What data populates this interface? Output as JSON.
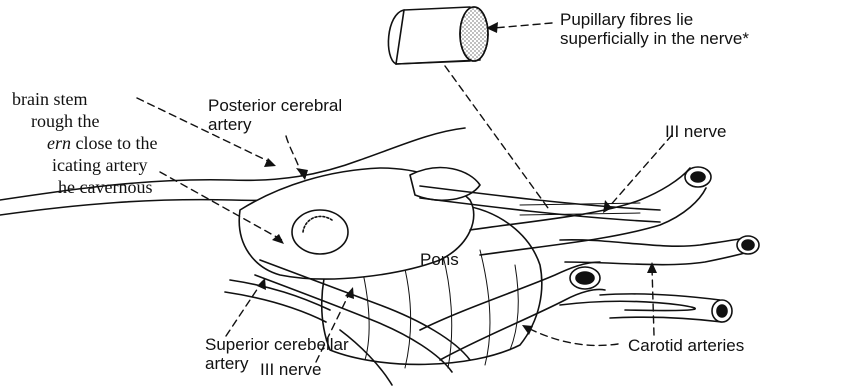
{
  "labels": {
    "pupillary_line1": "Pupillary fibres lie",
    "pupillary_line2": "superficially in the nerve*",
    "posterior_cerebral_line1": "Posterior cerebral",
    "posterior_cerebral_line2": "artery",
    "iii_nerve_upper": "III nerve",
    "pons": "Pons",
    "superior_cerebellar_line1": "Superior cerebellar",
    "superior_cerebellar_line2": "artery",
    "iii_nerve_lower": "III nerve",
    "carotid_arteries": "Carotid arteries",
    "left_text_line1": "brain stem",
    "left_text_line2": "rough the",
    "left_text_line3_italic": "ern",
    "left_text_line3_rest": " close to the",
    "left_text_line4": "icating artery",
    "left_text_line5": "he cavernous"
  }
}
